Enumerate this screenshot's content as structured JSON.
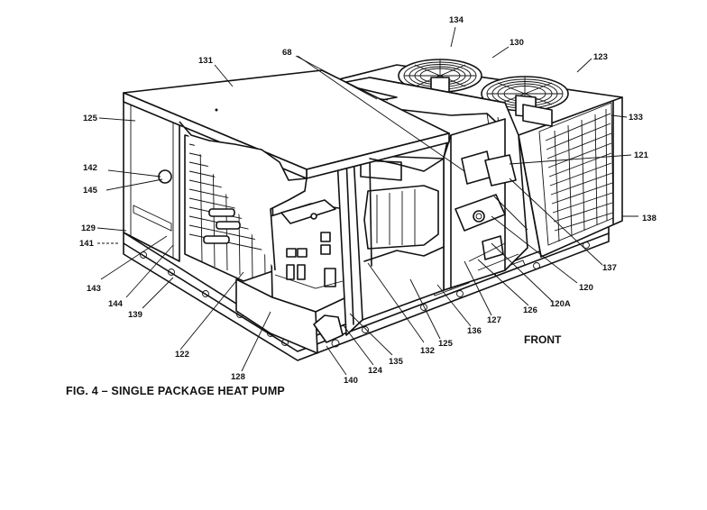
{
  "caption": "FIG. 4 – SINGLE PACKAGE HEAT PUMP",
  "front_label": "FRONT",
  "callouts": {
    "c134": "134",
    "c130": "130",
    "c123": "123",
    "c131": "131",
    "c68": "68",
    "c125a": "125",
    "c133": "133",
    "c142": "142",
    "c145": "145",
    "c121": "121",
    "c129": "129",
    "c141": "141",
    "c138": "138",
    "c143": "143",
    "c144": "144",
    "c139": "139",
    "c137": "137",
    "c120": "120",
    "c120a": "120A",
    "c126": "126",
    "c127": "127",
    "c136": "136",
    "c125b": "125",
    "c132": "132",
    "c135": "135",
    "c124": "124",
    "c140": "140",
    "c128": "128",
    "c122": "122"
  }
}
